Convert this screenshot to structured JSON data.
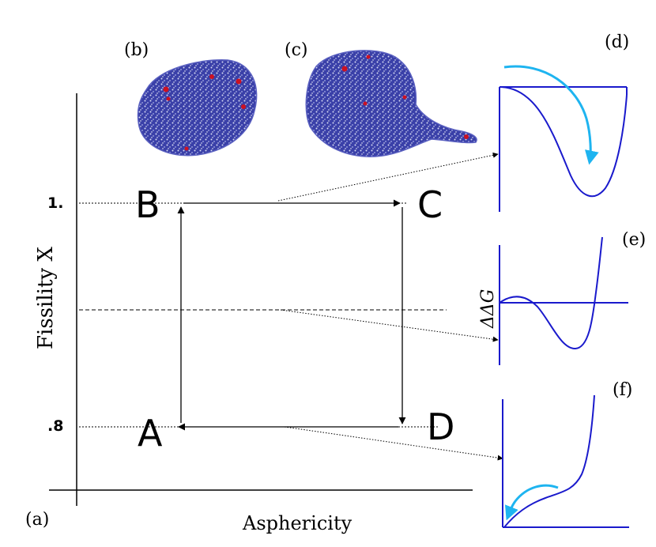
{
  "panel_labels": {
    "a": "(a)",
    "b": "(b)",
    "c": "(c)",
    "d": "(d)",
    "e": "(e)",
    "f": "(f)"
  },
  "axes": {
    "ylabel": "Fissility  X",
    "xlabel": "Asphericity",
    "tick_top": "1.",
    "tick_bottom": ".8"
  },
  "points": {
    "A": "A",
    "B": "B",
    "C": "C",
    "D": "D"
  },
  "free_energy_label": "ΔΔG",
  "colors": {
    "axis": "#000000",
    "curve": "#1a1acc",
    "arrow_cyan": "#1eb4f0",
    "droplet_fill": "#3a40a8",
    "droplet_highlight": "#d8dcf4",
    "droplet_red": "#cc1122"
  }
}
